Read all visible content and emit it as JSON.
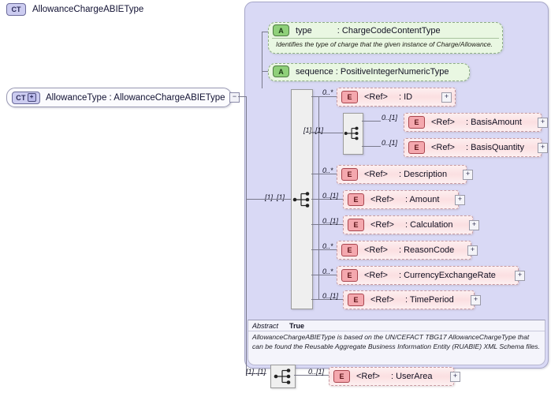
{
  "diagram": {
    "kind": "xsd-schema-diagram",
    "root": {
      "badge": "CT",
      "expander": "+",
      "label": "AllowanceType : AllowanceChargeABIEType"
    },
    "complex_type": {
      "badge": "CT",
      "title": "AllowanceChargeABIEType",
      "attributes": [
        {
          "badge": "A",
          "name": "type",
          "type": ": ChargeCodeContentType",
          "documentation": "Identifies the type of charge that the given instance of Charge/Allowance."
        },
        {
          "badge": "A",
          "name": "sequence : PositiveIntegerNumericType",
          "type": "",
          "documentation": ""
        }
      ],
      "sequence_cardinality": "[1]..[1]",
      "elements": [
        {
          "badge": "E",
          "ref": "<Ref>",
          "name": ": ID",
          "cardinality": "0..*",
          "expander": "+"
        },
        {
          "badge": "E",
          "ref": "<Ref>",
          "name": ": BasisAmount",
          "cardinality": "0..[1]",
          "expander": "+"
        },
        {
          "badge": "E",
          "ref": "<Ref>",
          "name": ": BasisQuantity",
          "cardinality": "0..[1]",
          "expander": "+"
        },
        {
          "badge": "E",
          "ref": "<Ref>",
          "name": ": Description",
          "cardinality": "0..*",
          "expander": "+"
        },
        {
          "badge": "E",
          "ref": "<Ref>",
          "name": ": Amount",
          "cardinality": "0..[1]",
          "expander": "+"
        },
        {
          "badge": "E",
          "ref": "<Ref>",
          "name": ": Calculation",
          "cardinality": "0..[1]",
          "expander": "+"
        },
        {
          "badge": "E",
          "ref": "<Ref>",
          "name": ": ReasonCode",
          "cardinality": "0..*",
          "expander": "+"
        },
        {
          "badge": "E",
          "ref": "<Ref>",
          "name": ": CurrencyExchangeRate",
          "cardinality": "0..*",
          "expander": "+"
        },
        {
          "badge": "E",
          "ref": "<Ref>",
          "name": ": TimePeriod",
          "cardinality": "0..[1]",
          "expander": "+"
        }
      ],
      "inner_sequence_cardinality": "[1]..[1]",
      "abstract_label": "Abstract",
      "abstract_value": "True",
      "documentation": "AllowanceChargeABIEType is based on the UN/CEFACT TBG17 AllowanceChargeType that can be found the Reusable Aggregate Business Information Entity (RUABIE) XML Schema files."
    },
    "user_area": {
      "sequence_cardinality": "[1]..[1]",
      "element": {
        "badge": "E",
        "ref": "<Ref>",
        "name": ": UserArea",
        "cardinality": "0..[1]",
        "expander": "+"
      }
    },
    "colors": {
      "complex_type_bg": "#d9d9f5",
      "attribute_bg": "#e9f7e2",
      "attribute_badge": "#8fd07a",
      "element_bg": "#fbdfe1",
      "element_badge": "#f4a8ae",
      "ct_badge": "#ccccf0",
      "line": "#7a7a8c"
    }
  }
}
